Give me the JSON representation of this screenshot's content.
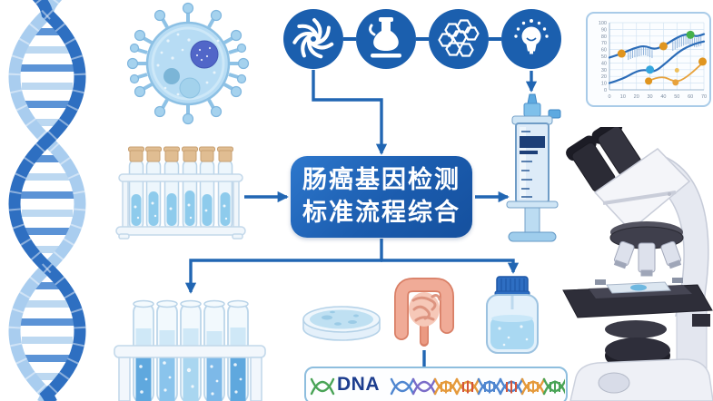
{
  "title": {
    "line1": "肠癌基因检测",
    "line2": "标准流程综合"
  },
  "banner": {
    "label": "DNA"
  },
  "icons": {
    "process_icons": [
      "spiral-swirl",
      "round-bottom-flask",
      "molecule-cluster",
      "lightbulb-idea"
    ]
  },
  "illustrations": [
    "dna-double-helix",
    "virus-cell",
    "capped-test-tube-rack",
    "open-test-tube-rack",
    "syringe",
    "microscope",
    "petri-dish",
    "intestine",
    "reagent-bottle",
    "dna-sequence-banner",
    "mini-line-chart"
  ],
  "colors": {
    "primary_blue": "#1b5fae",
    "arrow_blue": "#2166b3",
    "box_gradient_start": "#2d77cc",
    "box_gradient_end": "#15509e",
    "accent_orange": "#e8a23b",
    "accent_green": "#46b04a",
    "accent_sky": "#35a7de",
    "intestine_pink": "#eb9a82",
    "glass_blue": "#bcd6ea",
    "liquid_blue": "#8ecbec"
  },
  "chart_data": {
    "type": "line",
    "title": "",
    "xlabel": "",
    "ylabel": "",
    "x_range": [
      0,
      70
    ],
    "y_range": [
      0,
      100
    ],
    "x_ticks": [
      0,
      10,
      20,
      30,
      40,
      50,
      60,
      70
    ],
    "y_ticks": [
      0,
      10,
      20,
      30,
      40,
      50,
      60,
      70,
      80,
      90,
      100
    ],
    "grid": true,
    "legend": "none",
    "series": [
      {
        "name": "upper-band-line",
        "color": "#2b6cb8",
        "points": [
          [
            0,
            48
          ],
          [
            9,
            54
          ],
          [
            18,
            62
          ],
          [
            26,
            66
          ],
          [
            33,
            60
          ],
          [
            40,
            65
          ],
          [
            50,
            78
          ],
          [
            58,
            84
          ],
          [
            64,
            79
          ],
          [
            70,
            83
          ]
        ]
      },
      {
        "name": "main-trend-line",
        "color": "#2b6cb8",
        "points": [
          [
            0,
            10
          ],
          [
            10,
            16
          ],
          [
            20,
            28
          ],
          [
            27,
            30
          ],
          [
            33,
            26
          ],
          [
            42,
            40
          ],
          [
            52,
            58
          ],
          [
            62,
            68
          ],
          [
            70,
            72
          ]
        ]
      },
      {
        "name": "orange-line",
        "color": "#e8a23b",
        "points": [
          [
            29,
            13
          ],
          [
            38,
            22
          ],
          [
            49,
            11
          ],
          [
            57,
            18
          ],
          [
            69,
            40
          ]
        ]
      }
    ],
    "bands": [
      {
        "series": 0,
        "from": 14,
        "to": 33,
        "depth": 14
      },
      {
        "series": 0,
        "from": 47,
        "to": 68,
        "depth": 16
      }
    ],
    "markers": [
      {
        "x": 9,
        "y": 54,
        "color": "#e0951f",
        "r": 4.5
      },
      {
        "x": 40,
        "y": 65,
        "color": "#e0951f",
        "r": 4.5
      },
      {
        "x": 30,
        "y": 30,
        "color": "#35a7de",
        "r": 4.5
      },
      {
        "x": 29,
        "y": 13,
        "color": "#e0951f",
        "r": 4
      },
      {
        "x": 50,
        "y": 29,
        "color": "#eebf5a",
        "r": 2.5
      },
      {
        "x": 49,
        "y": 11,
        "color": "#e8a23b",
        "r": 3.5
      },
      {
        "x": 60,
        "y": 82,
        "color": "#46b04a",
        "r": 4.5
      },
      {
        "x": 69,
        "y": 42,
        "color": "#e0951f",
        "r": 4.5
      }
    ]
  }
}
